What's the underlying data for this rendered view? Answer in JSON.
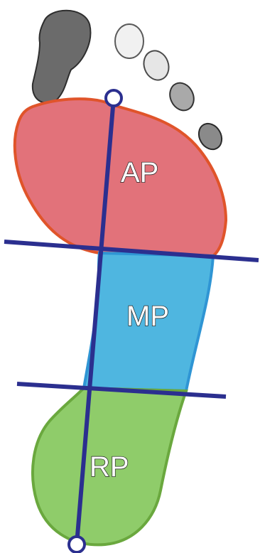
{
  "diagram": {
    "regions": [
      {
        "id": "ap",
        "label": "AP",
        "color": "#e2727a"
      },
      {
        "id": "mp",
        "label": "MP",
        "color": "#4fb6e0"
      },
      {
        "id": "rp",
        "label": "RP",
        "color": "#8fcc6a"
      }
    ],
    "division_line_color": "#2b2f8f",
    "outline_colors": {
      "forefoot": "#e0542a",
      "midfoot": "#2f95d4",
      "hindfoot": "#6aa83e"
    },
    "toe_color": "#6b6b6b"
  }
}
